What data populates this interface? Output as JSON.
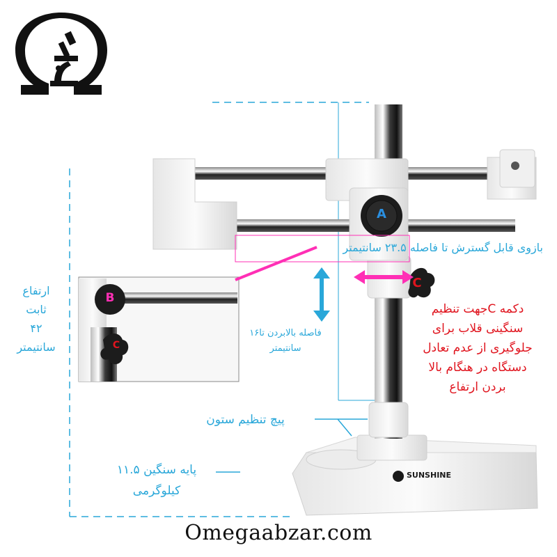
{
  "logo": {
    "symbol": "Ω"
  },
  "labels": {
    "fixed_height": [
      "ارتفاع",
      "ثابت",
      "۴۲",
      "سانتیمتر"
    ],
    "arm_extension": "بازوی قابل گسترش تا فاصله ۲۳.۵ سانتیمتر",
    "lift_distance": [
      "فاصله بالابردن تا۱۶",
      "سانتیمتر"
    ],
    "button_c": [
      "دکمه Cجهت تنظیم",
      "سنگینی قلاب برای",
      "جلوگیری از عدم تعادل",
      "دستگاه در هنگام بالا",
      "بردن ارتفاع"
    ],
    "column_screw": "پیچ تنظیم ستون",
    "heavy_base": [
      "پایه سنگین ۱۱.۵",
      "کیلوگرمی"
    ]
  },
  "knobs": {
    "a": "A",
    "b": "B",
    "c": "C"
  },
  "brand": "SUNSHINE",
  "website": "Omegaabzar.com",
  "colors": {
    "blue": "#29a7d9",
    "red": "#e0141e",
    "pink": "#ff2fb5",
    "dark": "#1a1a1a"
  }
}
